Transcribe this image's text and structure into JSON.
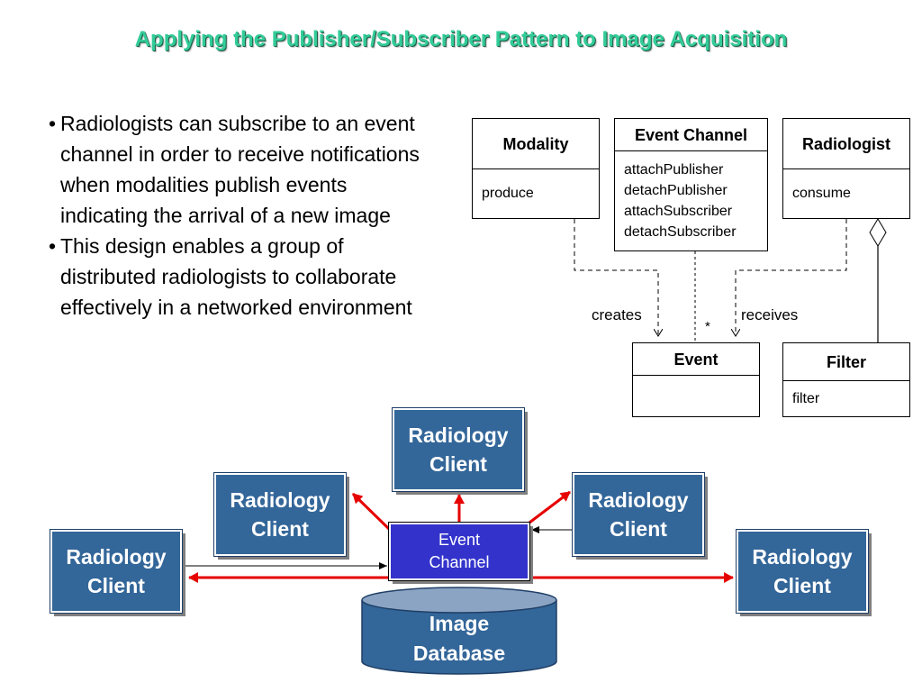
{
  "title": "Applying the Publisher/Subscriber Pattern to Image Acquisition",
  "bullets": [
    "Radiologists can subscribe to an event channel in order to receive notifications when modalities publish events indicating the arrival of a new image",
    "This design enables a group of distributed radiologists to collaborate effectively in a networked environment"
  ],
  "uml": {
    "modality": {
      "name": "Modality",
      "ops": [
        "produce"
      ]
    },
    "event_channel": {
      "name": "Event Channel",
      "ops": [
        "attachPublisher",
        "detachPublisher",
        "attachSubscriber",
        "detachSubscriber"
      ]
    },
    "radiologist": {
      "name": "Radiologist",
      "ops": [
        "consume"
      ]
    },
    "event": {
      "name": "Event",
      "ops": []
    },
    "filter": {
      "name": "Filter",
      "ops": [
        "filter"
      ]
    },
    "labels": {
      "creates": "creates",
      "receives": "receives",
      "multiplicity": "*"
    }
  },
  "network": {
    "client_label_line1": "Radiology",
    "client_label_line2": "Client",
    "event_channel_line1": "Event",
    "event_channel_line2": "Channel",
    "database_line1": "Image",
    "database_line2": "Database"
  },
  "colors": {
    "title": "#33cc99",
    "client_fill": "#336699",
    "channel_fill": "#3333cc",
    "database_fill": "#336699",
    "database_top": "#8ba4c4",
    "arrow_red": "#e60000"
  }
}
